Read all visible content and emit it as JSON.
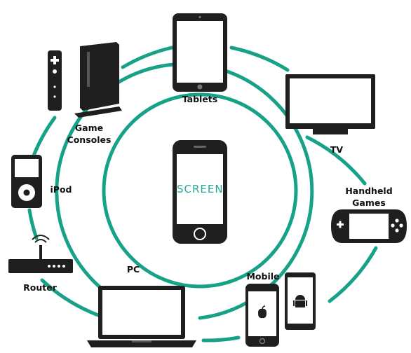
{
  "center": {
    "screen_text": "SCREEN",
    "icon": "smartphone-icon"
  },
  "colors": {
    "ring": "#17a287",
    "device": "#1f1f1f",
    "screen_text": "#2aa99a"
  },
  "devices": {
    "tablets": {
      "label": "Tablets",
      "icon": "tablet-icon"
    },
    "tv": {
      "label": "TV",
      "icon": "tv-icon"
    },
    "handheld": {
      "label_line1": "Handheld",
      "label_line2": "Games",
      "icon": "handheld-console-icon"
    },
    "mobile": {
      "label": "Mobile",
      "icons": [
        "iphone-icon",
        "android-phone-icon"
      ]
    },
    "pc": {
      "label": "PC",
      "icon": "laptop-icon"
    },
    "router": {
      "label": "Router",
      "icon": "router-icon"
    },
    "ipod": {
      "label": "iPod",
      "icon": "ipod-icon"
    },
    "game_consoles": {
      "label_line1": "Game",
      "label_line2": "Consoles",
      "icon": "game-console-icon"
    }
  }
}
